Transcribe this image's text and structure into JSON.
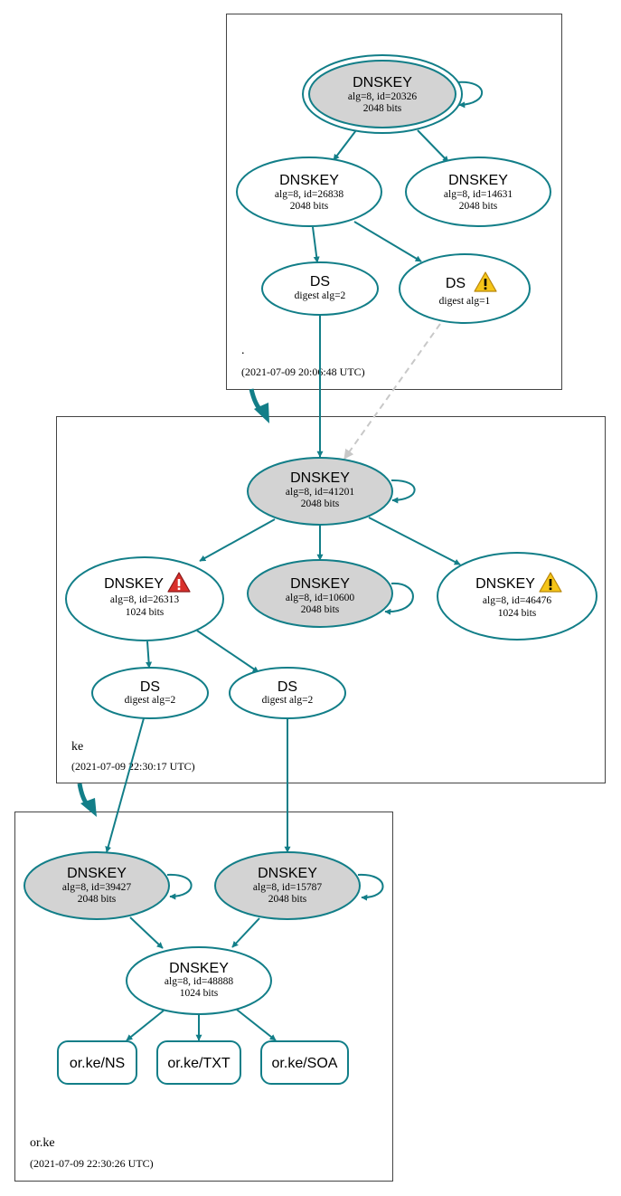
{
  "colors": {
    "accent": "#127e88",
    "secure_fill": "#d3d3d3",
    "plain_fill": "#ffffff",
    "dashed_edge": "#c8c8c8",
    "warning_yellow": "#f5c518",
    "error_red": "#d9302b"
  },
  "zones": {
    "root": {
      "name": ".",
      "timestamp": "(2021-07-09 20:06:48 UTC)"
    },
    "ke": {
      "name": "ke",
      "timestamp": "(2021-07-09 22:30:17 UTC)"
    },
    "orke": {
      "name": "or.ke",
      "timestamp": "(2021-07-09 22:30:26 UTC)"
    }
  },
  "nodes": {
    "root_ksk": {
      "title": "DNSKEY",
      "line1": "alg=8, id=20326",
      "line2": "2048 bits"
    },
    "root_zsk1": {
      "title": "DNSKEY",
      "line1": "alg=8, id=26838",
      "line2": "2048 bits"
    },
    "root_zsk2": {
      "title": "DNSKEY",
      "line1": "alg=8, id=14631",
      "line2": "2048 bits"
    },
    "root_ds2": {
      "title": "DS",
      "line1": "digest alg=2"
    },
    "root_ds1": {
      "title": "DS",
      "line1": "digest alg=1",
      "icon": "warning-icon"
    },
    "ke_ksk": {
      "title": "DNSKEY",
      "line1": "alg=8, id=41201",
      "line2": "2048 bits"
    },
    "ke_26313": {
      "title": "DNSKEY",
      "line1": "alg=8, id=26313",
      "line2": "1024 bits",
      "icon": "error-icon"
    },
    "ke_10600": {
      "title": "DNSKEY",
      "line1": "alg=8, id=10600",
      "line2": "2048 bits"
    },
    "ke_46476": {
      "title": "DNSKEY",
      "line1": "alg=8, id=46476",
      "line2": "1024 bits",
      "icon": "warning-icon"
    },
    "ke_ds_a": {
      "title": "DS",
      "line1": "digest alg=2"
    },
    "ke_ds_b": {
      "title": "DS",
      "line1": "digest alg=2"
    },
    "orke_39427": {
      "title": "DNSKEY",
      "line1": "alg=8, id=39427",
      "line2": "2048 bits"
    },
    "orke_15787": {
      "title": "DNSKEY",
      "line1": "alg=8, id=15787",
      "line2": "2048 bits"
    },
    "orke_48888": {
      "title": "DNSKEY",
      "line1": "alg=8, id=48888",
      "line2": "1024 bits"
    }
  },
  "records": {
    "ns": "or.ke/NS",
    "txt": "or.ke/TXT",
    "soa": "or.ke/SOA"
  }
}
